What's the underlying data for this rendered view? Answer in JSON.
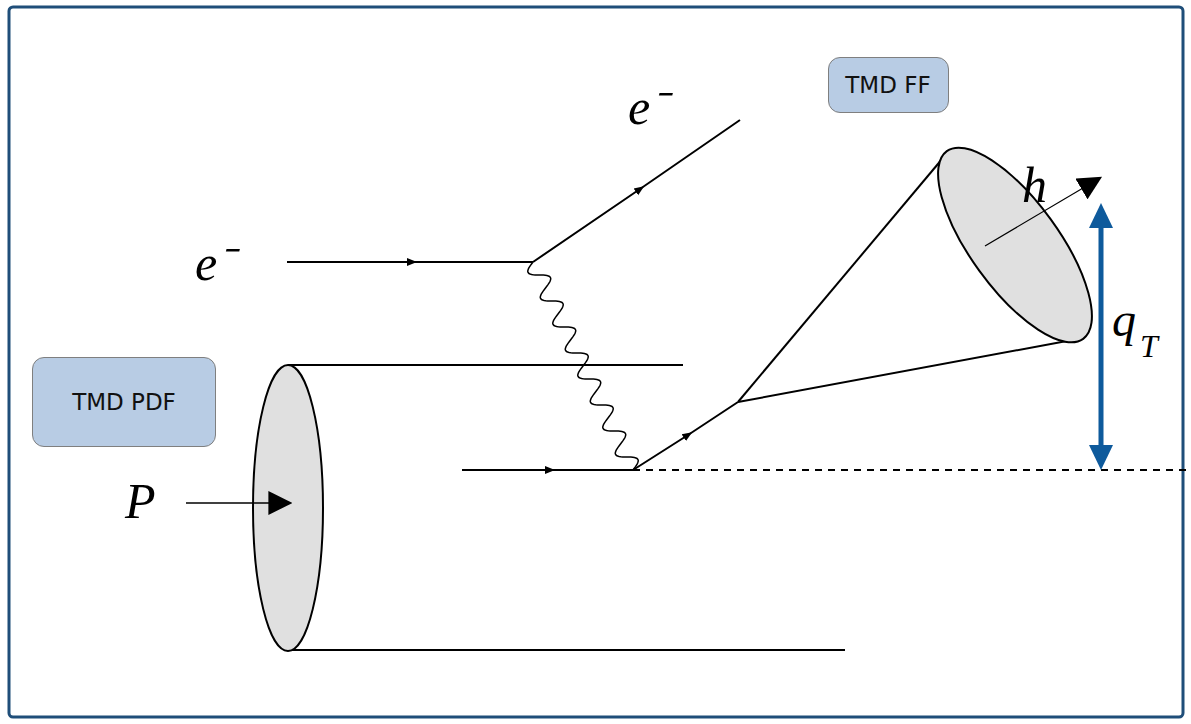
{
  "diagram": {
    "nodes": [
      {
        "text": [
          "TMD FF"
        ]
      },
      {
        "text": [
          "TMD PDF"
        ]
      }
    ],
    "labels": [
      "e⁻",
      "h",
      "e⁻",
      "q",
      "T",
      "P"
    ]
  }
}
